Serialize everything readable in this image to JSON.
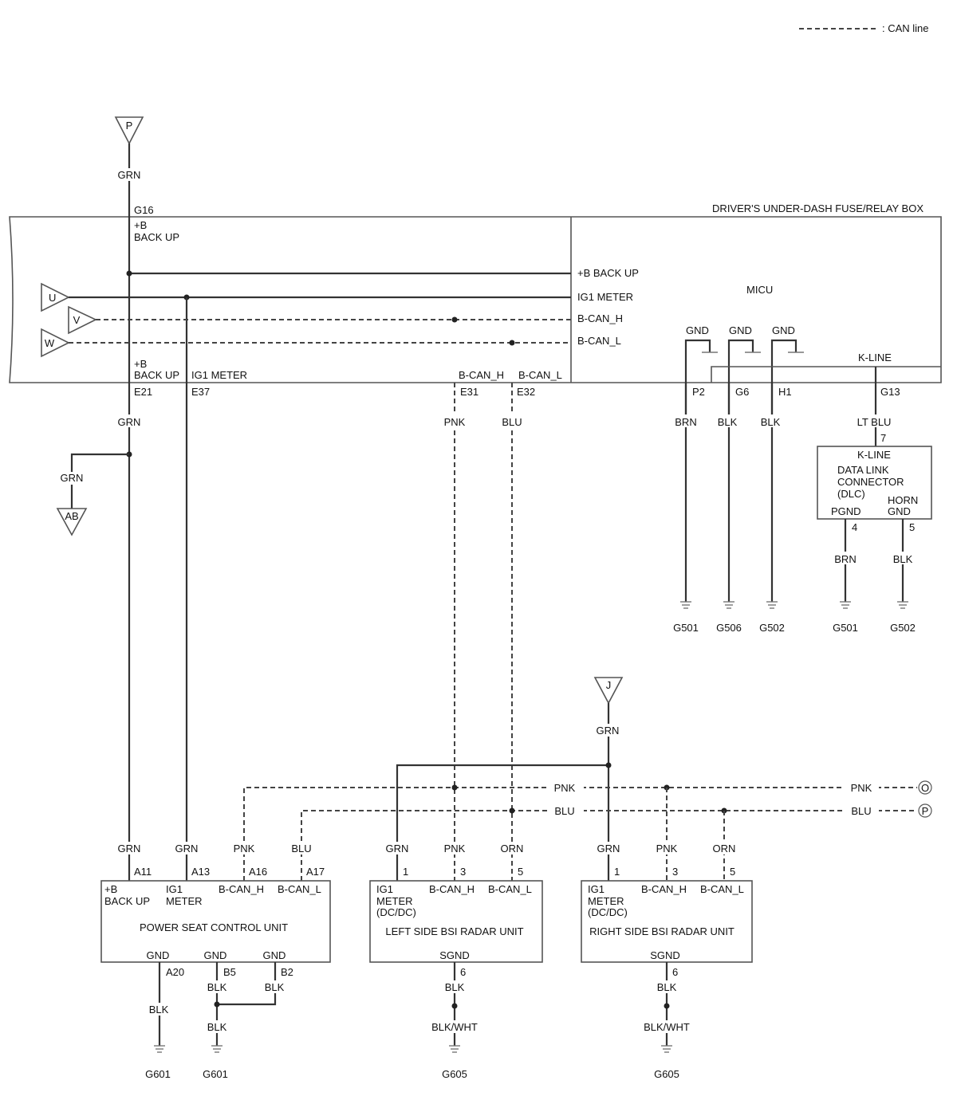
{
  "legend": {
    "label": ": CAN line"
  },
  "connectors": {
    "P_top": "P",
    "U": "U",
    "V": "V",
    "W": "W",
    "AB": "AB",
    "J": "J",
    "O_right": "O",
    "P_right": "P"
  },
  "fusebox": {
    "title": "DRIVER'S UNDER-DASH FUSE/RELAY BOX",
    "top_pin": "G16",
    "top_label_1": "+B",
    "top_label_2": "BACK UP",
    "micu": "MICU",
    "sig_backup": "+B BACK UP",
    "sig_ig1": "IG1 METER",
    "sig_canh": "B-CAN_H",
    "sig_canl": "B-CAN_L",
    "gnd": "GND",
    "kline": "K-LINE",
    "bot_backup_1": "+B",
    "bot_backup_2": "BACK UP",
    "bot_ig1": "IG1 METER",
    "bot_canh": "B-CAN_H",
    "bot_canl": "B-CAN_L",
    "pins": {
      "e21": "E21",
      "e37": "E37",
      "e31": "E31",
      "e32": "E32",
      "p2": "P2",
      "g6": "G6",
      "h1": "H1",
      "g13": "G13"
    }
  },
  "wires": {
    "grn": "GRN",
    "pnk": "PNK",
    "blu": "BLU",
    "brn": "BRN",
    "blk": "BLK",
    "ltblu": "LT BLU",
    "orn": "ORN",
    "blkwht": "BLK/WHT"
  },
  "dlc": {
    "pin7": "7",
    "kline": "K-LINE",
    "name_1": "DATA LINK",
    "name_2": "CONNECTOR",
    "name_3": "(DLC)",
    "pgnd": "PGND",
    "horn": "HORN",
    "gnd": "GND",
    "pin4": "4",
    "pin5": "5"
  },
  "grounds": {
    "g501": "G501",
    "g506": "G506",
    "g502": "G502",
    "g601": "G601",
    "g605": "G605"
  },
  "psu": {
    "name": "POWER SEAT CONTROL UNIT",
    "a11": "A11",
    "a13": "A13",
    "a16": "A16",
    "a17": "A17",
    "backup_1": "+B",
    "backup_2": "BACK UP",
    "ig1_1": "IG1",
    "ig1_2": "METER",
    "canh": "B-CAN_H",
    "canl": "B-CAN_L",
    "gnd": "GND",
    "a20": "A20",
    "b5": "B5",
    "b2": "B2"
  },
  "lbsi": {
    "name": "LEFT SIDE BSI RADAR UNIT",
    "p1": "1",
    "p3": "3",
    "p5": "5",
    "p6": "6",
    "ig1_1": "IG1",
    "ig1_2": "METER",
    "ig1_3": "(DC/DC)",
    "canh": "B-CAN_H",
    "canl": "B-CAN_L",
    "sgnd": "SGND"
  },
  "rbsi": {
    "name": "RIGHT SIDE BSI RADAR UNIT",
    "p1": "1",
    "p3": "3",
    "p5": "5",
    "p6": "6",
    "ig1_1": "IG1",
    "ig1_2": "METER",
    "ig1_3": "(DC/DC)",
    "canh": "B-CAN_H",
    "canl": "B-CAN_L",
    "sgnd": "SGND"
  }
}
